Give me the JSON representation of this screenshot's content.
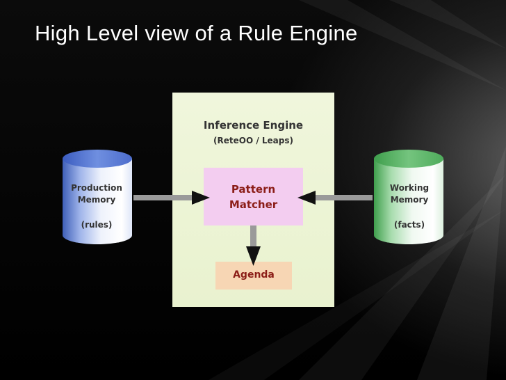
{
  "slide": {
    "title": "High Level view of a Rule Engine"
  },
  "diagram": {
    "inference_engine": {
      "title": "Inference Engine",
      "subtitle": "(ReteOO  /  Leaps)",
      "color": "#eaf3d2"
    },
    "pattern_matcher": {
      "line1": "Pattern",
      "line2": "Matcher",
      "color": "#f3cdf0"
    },
    "agenda": {
      "label": "Agenda",
      "color": "#f7d6b4"
    },
    "production_memory": {
      "line1": "Production",
      "line2": "Memory",
      "line3": "(rules)",
      "color": "#5f7fd0"
    },
    "working_memory": {
      "line1": "Working",
      "line2": "Memory",
      "line3": "(facts)",
      "color": "#5fbf6a"
    },
    "arrow_color": "#9a9a9a"
  }
}
